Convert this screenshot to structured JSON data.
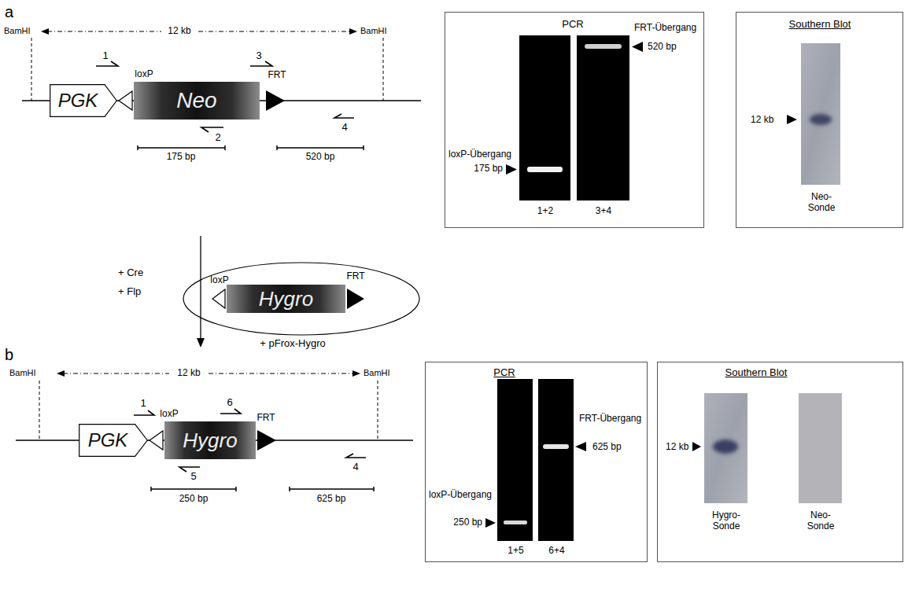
{
  "diagram": {
    "nodes": [
      {
        "text": [
          "PGK"
        ]
      },
      {
        "text": [
          "Neo"
        ]
      },
      {
        "text": [
          "PCR",
          "loxP-Übergang",
          "175 bp",
          "1+2",
          "3+4",
          "FRT-Übergang",
          "520 bp"
        ]
      },
      {
        "text": [
          "Southern Blot",
          "12 kb",
          "Neo-Sonde"
        ]
      },
      {
        "text": [
          "Hygro"
        ]
      },
      {
        "text": [
          "PGK"
        ]
      },
      {
        "text": [
          "Hygro"
        ]
      },
      {
        "text": [
          "PCR",
          "loxP-Übergang",
          "250 bp",
          "1+5",
          "6+4",
          "FRT-Übergang",
          "625 bp"
        ]
      },
      {
        "text": [
          "Southern Blot",
          "12 kb",
          "Hygro-Sonde",
          "Neo-Sonde"
        ]
      }
    ],
    "labels": [
      "a",
      "BamHI",
      "12 kb",
      "BamHI",
      "1",
      "loxP",
      "3",
      "FRT",
      "2",
      "4",
      "175 bp",
      "520 bp",
      "+ Cre",
      "+ Flp",
      "loxP",
      "FRT",
      "+ pFrox-Hygro",
      "b",
      "BamHI",
      "12 kb",
      "BamHI",
      "1",
      "loxP",
      "6",
      "FRT",
      "5",
      "4",
      "250 bp",
      "625 bp"
    ]
  }
}
